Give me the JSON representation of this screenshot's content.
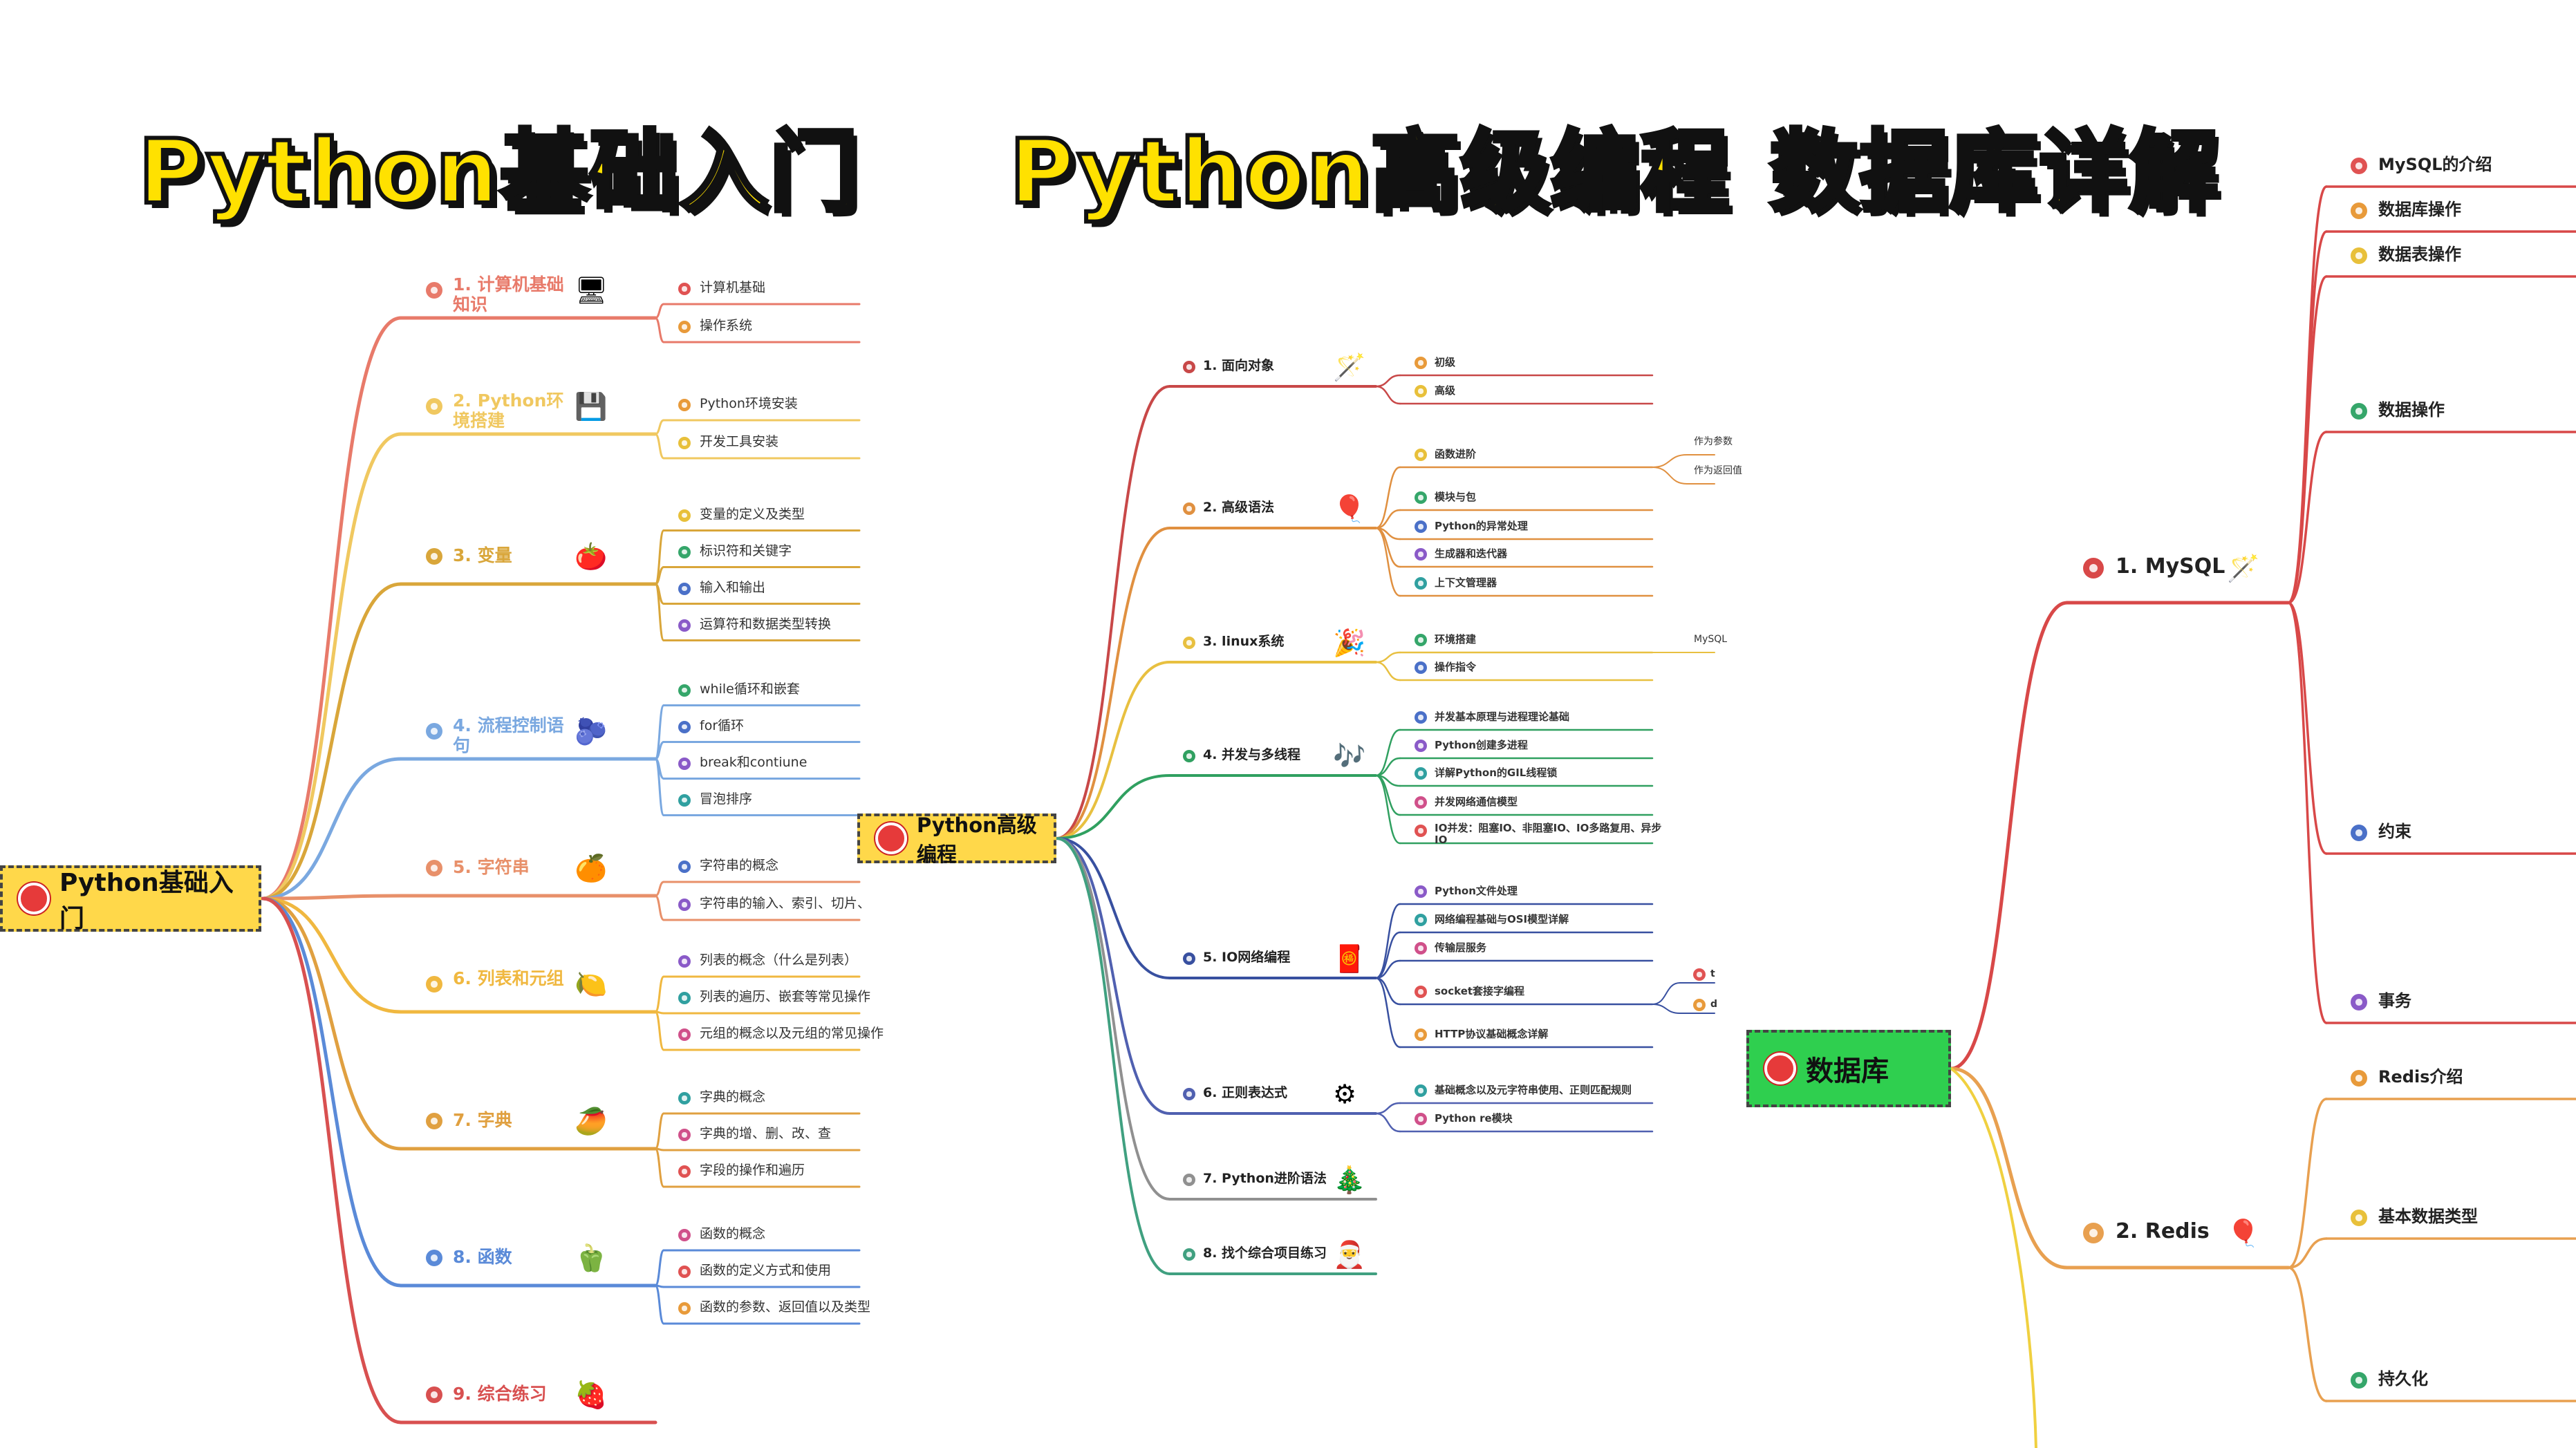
{
  "titles": {
    "left": "Python基础入门",
    "middle": "Python高级编程",
    "right": "数据库详解"
  },
  "panel1": {
    "root": "Python基础入门",
    "branches": [
      {
        "label": "1. 计算机基础知识",
        "color": "#e87a6a",
        "icon": "desktop-computer-icon",
        "children": [
          "计算机基础",
          "操作系统"
        ]
      },
      {
        "label": "2. Python环境搭建",
        "color": "#f0c860",
        "icon": "usb-drive-icon",
        "children": [
          "Python环境安装",
          "开发工具安装"
        ]
      },
      {
        "label": "3. 变量",
        "color": "#d9a63a",
        "icon": "tomato-icon",
        "children": [
          "变量的定义及类型",
          "标识符和关键字",
          "输入和输出",
          "运算符和数据类型转换"
        ]
      },
      {
        "label": "4. 流程控制语句",
        "color": "#7aa8e0",
        "icon": "blueberries-icon",
        "children": [
          "while循环和嵌套",
          "for循环",
          "break和contiune",
          "冒泡排序"
        ]
      },
      {
        "label": "5. 字符串",
        "color": "#e8906a",
        "icon": "orange-icon",
        "children": [
          "字符串的概念",
          "字符串的输入、索引、切片、"
        ]
      },
      {
        "label": "6. 列表和元组",
        "color": "#f0b840",
        "icon": "lemon-icon",
        "children": [
          "列表的概念（什么是列表）",
          "列表的遍历、嵌套等常见操作",
          "元组的概念以及元组的常见操作"
        ]
      },
      {
        "label": "7. 字典",
        "color": "#e0a040",
        "icon": "mango-icon",
        "children": [
          "字典的概念",
          "字典的增、删、改、查",
          "字段的操作和遍历"
        ]
      },
      {
        "label": "8. 函数",
        "color": "#5a8ad8",
        "icon": "green-pepper-icon",
        "children": [
          "函数的概念",
          "函数的定义方式和使用",
          "函数的参数、返回值以及类型"
        ]
      },
      {
        "label": "9. 综合练习",
        "color": "#d85050",
        "icon": "strawberry-icon",
        "children": []
      }
    ]
  },
  "panel2": {
    "root": "Python高级编程",
    "branches": [
      {
        "label": "1. 面向对象",
        "color": "#c84848",
        "icon": "magic-wand-icon",
        "children": [
          "初级",
          "高级"
        ]
      },
      {
        "label": "2. 高级语法",
        "color": "#e09040",
        "icon": "balloon-icon",
        "children": [
          "函数进阶",
          "模块与包",
          "Python的异常处理",
          "生成器和迭代器",
          "上下文管理器"
        ],
        "sub": [
          "作为参数",
          "作为返回值"
        ]
      },
      {
        "label": "3. linux系统",
        "color": "#e8c040",
        "icon": "party-popper-icon",
        "children": [
          "环境搭建",
          "操作指令"
        ],
        "sub": [
          "MySQL"
        ]
      },
      {
        "label": "4. 并发与多线程",
        "color": "#30a060",
        "icon": "music-notes-icon",
        "children": [
          "并发基本原理与进程理论基础",
          "Python创建多进程",
          "详解Python的GIL线程锁",
          "并发网络通信模型",
          "IO并发：阻塞IO、非阻塞IO、IO多路复用、异步IO"
        ]
      },
      {
        "label": "5. IO网络编程",
        "color": "#3850a0",
        "icon": "red-envelope-icon",
        "children": [
          "Python文件处理",
          "网络编程基础与OSI模型详解",
          "传输层服务",
          "socket套接字编程",
          "HTTP协议基础概念详解"
        ],
        "sub": [
          "t",
          "d"
        ]
      },
      {
        "label": "6. 正则表达式",
        "color": "#5060b0",
        "icon": "gears-icon",
        "children": [
          "基础概念以及元字符串使用、正则匹配规则",
          "Python re模块"
        ]
      },
      {
        "label": "7. Python进阶语法",
        "color": "#909090",
        "icon": "christmas-tree-icon",
        "children": []
      },
      {
        "label": "8. 找个综合项目练习",
        "color": "#40a080",
        "icon": "santa-hat-icon",
        "children": []
      }
    ]
  },
  "panel3": {
    "root": "数据库",
    "branches": [
      {
        "label": "1. MySQL",
        "color": "#d84848",
        "icon": "magic-wand-icon",
        "children": [
          "MySQL的介绍",
          "数据库操作",
          "数据表操作",
          "数据操作",
          "约束",
          "事务"
        ]
      },
      {
        "label": "2. Redis",
        "color": "#e8a050",
        "icon": "balloon-icon",
        "children": [
          "Redis介绍",
          "基本数据类型",
          "持久化"
        ]
      }
    ]
  }
}
